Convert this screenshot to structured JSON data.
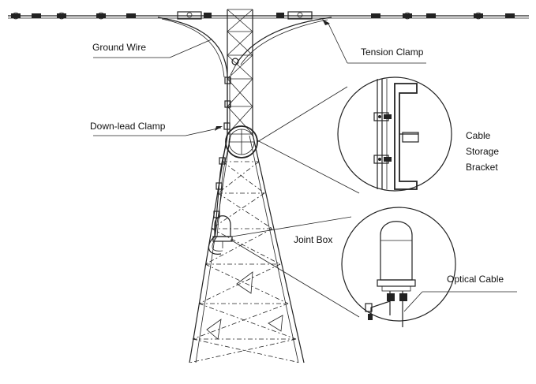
{
  "labels": {
    "ground_wire": "Ground Wire",
    "tension_clamp": "Tension Clamp",
    "down_lead_clamp": "Down-lead Clamp",
    "cable_storage_bracket_line1": "Cable",
    "cable_storage_bracket_line2": "Storage",
    "cable_storage_bracket_line3": "Bracket",
    "joint_box": "Joint Box",
    "optical_cable": "Optical Cable"
  },
  "colors": {
    "line": "#222222",
    "background": "#ffffff"
  }
}
